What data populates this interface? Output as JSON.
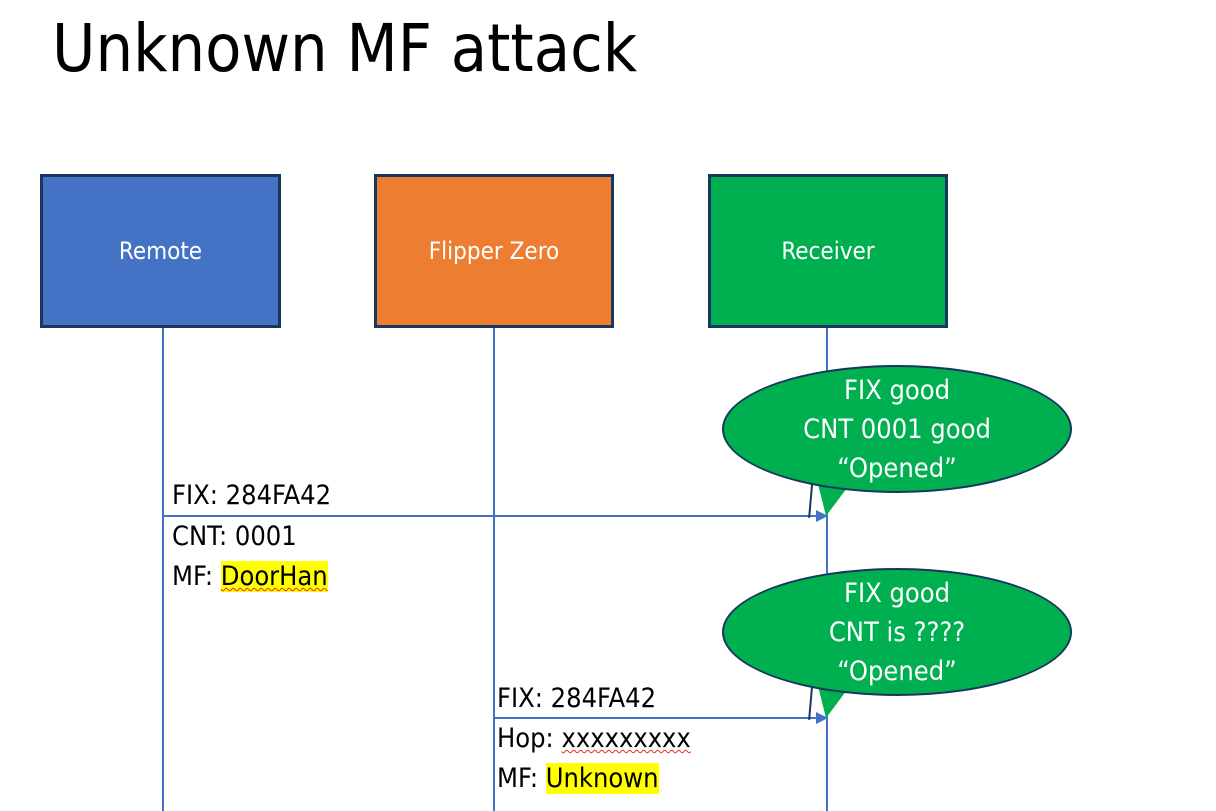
{
  "slide": {
    "title": "Unknown MF attack",
    "background_color": "#FFFFFF"
  },
  "colors": {
    "remote_blue": "#4472C4",
    "flipper_orange": "#ED7D31",
    "receiver_green": "#00B050",
    "box_border_navy": "#17375E",
    "lifeline_blue": "#4472C4",
    "highlight_yellow": "#FFFF00",
    "spellcheck_red": "#E8262A"
  },
  "diagram": {
    "type": "sequence-diagram",
    "actors": [
      {
        "id": "remote",
        "label": "Remote",
        "color": "#4472C4"
      },
      {
        "id": "flipper",
        "label": "Flipper Zero",
        "color": "#ED7D31"
      },
      {
        "id": "receiver",
        "label": "Receiver",
        "color": "#00B050"
      }
    ],
    "messages": [
      {
        "id": "msg1",
        "from": "remote",
        "to": "receiver",
        "lines": [
          {
            "label": "FIX: ",
            "value": "284FA42",
            "highlight": false,
            "spellcheck": false
          },
          {
            "label": "CNT: ",
            "value": "0001",
            "highlight": false,
            "spellcheck": false
          },
          {
            "label": "MF: ",
            "value": "DoorHan",
            "highlight": true,
            "spellcheck": true
          }
        ]
      },
      {
        "id": "msg2",
        "from": "flipper",
        "to": "receiver",
        "lines": [
          {
            "label": "FIX: ",
            "value": "284FA42",
            "highlight": false,
            "spellcheck": false
          },
          {
            "label": "Hop: ",
            "value": "xxxxxxxxx",
            "highlight": false,
            "spellcheck": true
          },
          {
            "label": "MF: ",
            "value": "Unknown",
            "highlight": true,
            "spellcheck": false
          }
        ]
      }
    ],
    "callouts": [
      {
        "id": "callout1",
        "attached_to": "msg1",
        "line1": "FIX good",
        "line2": "CNT 0001 good",
        "line3": "“Opened”"
      },
      {
        "id": "callout2",
        "attached_to": "msg2",
        "line1": "FIX good",
        "line2": "CNT is ????",
        "line3": "“Opened”"
      }
    ]
  }
}
